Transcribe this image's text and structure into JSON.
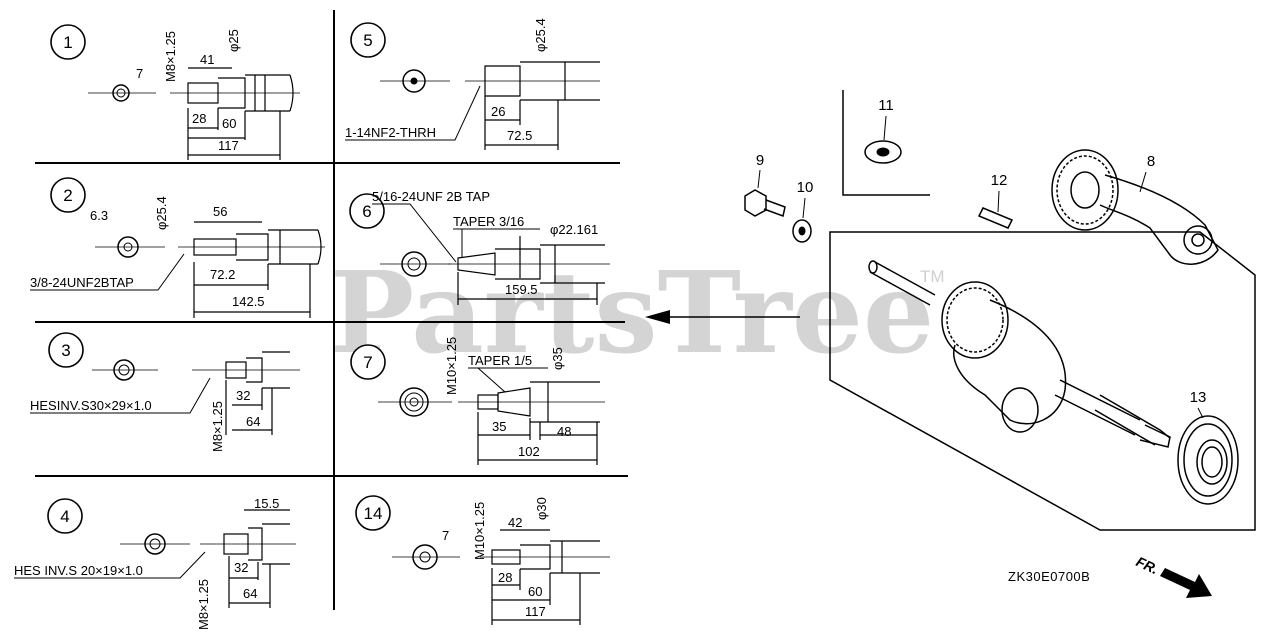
{
  "watermark": {
    "text": "PartsTree",
    "trademark": "TM"
  },
  "diagram_code": "ZK30E0700B",
  "direction_label": "FR.",
  "panels": [
    {
      "number": "1",
      "dims": [
        "7",
        "41",
        "M8×1.25",
        "φ25",
        "28",
        "60",
        "117"
      ]
    },
    {
      "number": "2",
      "dims": [
        "6.3",
        "φ25.4",
        "56",
        "72.2",
        "142.5"
      ],
      "callout": "3/8-24UNF2BTAP"
    },
    {
      "number": "3",
      "dims": [
        "M8×1.25",
        "32",
        "64"
      ],
      "callout": "HESINV.S30×29×1.0"
    },
    {
      "number": "4",
      "dims": [
        "15.5",
        "M8×1.25",
        "32",
        "64"
      ],
      "callout": "HES INV.S 20×19×1.0"
    },
    {
      "number": "5",
      "dims": [
        "φ25.4",
        "26",
        "72.5"
      ],
      "callout": "1-14NF2-THRH"
    },
    {
      "number": "6",
      "dims": [
        "φ22.161",
        "159.5"
      ],
      "callout": "5/16-24UNF 2B TAP",
      "callout2": "TAPER 3/16"
    },
    {
      "number": "7",
      "dims": [
        "M10×1.25",
        "φ35",
        "35",
        "48",
        "102"
      ],
      "callout": "TAPER 1/5"
    },
    {
      "number": "14",
      "dims": [
        "7",
        "M10×1.25",
        "42",
        "φ30",
        "28",
        "60",
        "117"
      ]
    }
  ],
  "parts": [
    "8",
    "9",
    "10",
    "11",
    "12",
    "13"
  ]
}
